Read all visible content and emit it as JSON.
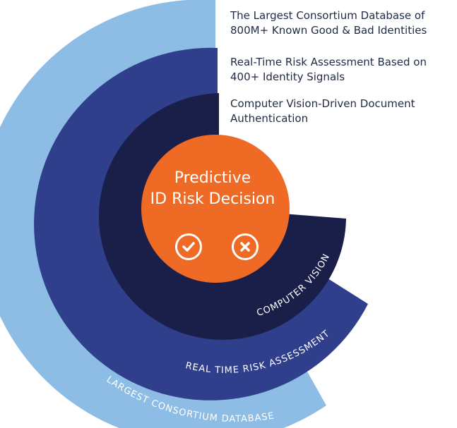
{
  "legend": {
    "item1": {
      "line1": "The Largest Consortium Database of",
      "line2": "800M+ Known Good & Bad Identities"
    },
    "item2": {
      "line1": "Real-Time Risk Assessment Based on",
      "line2": "400+ Identity Signals"
    },
    "item3": {
      "line1": "Computer Vision-Driven Document",
      "line2": "Authentication"
    }
  },
  "center": {
    "line1": "Predictive",
    "line2": "ID Risk Decision",
    "accept_icon": "check-circle-icon",
    "reject_icon": "x-circle-icon"
  },
  "rings": {
    "outer": "LARGEST CONSORTIUM DATABASE",
    "middle": "REAL TIME RISK ASSESSMENT",
    "inner": "COMPUTER VISION"
  },
  "colors": {
    "outer": "#8dbde4",
    "middle": "#2f3f8c",
    "inner": "#1a1f4a",
    "center": "#ef6a24"
  }
}
